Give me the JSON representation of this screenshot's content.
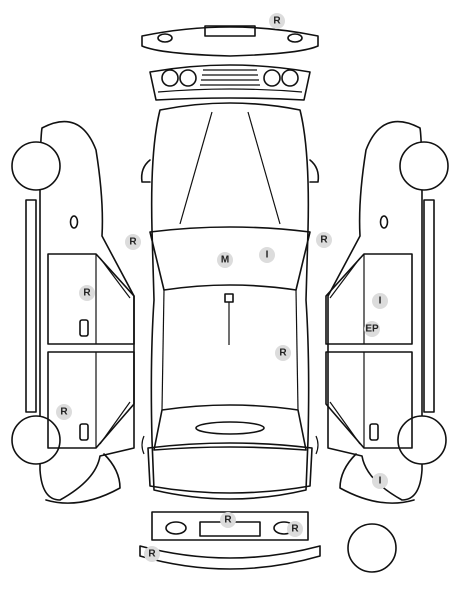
{
  "markers": [
    {
      "id": "front-bumper-top",
      "code": "R"
    },
    {
      "id": "left-mirror",
      "code": "R"
    },
    {
      "id": "right-mirror",
      "code": "R"
    },
    {
      "id": "windshield-left",
      "code": "M"
    },
    {
      "id": "windshield-right",
      "code": "I"
    },
    {
      "id": "left-front-door",
      "code": "R"
    },
    {
      "id": "right-front-door",
      "code": "I"
    },
    {
      "id": "right-door-handle",
      "code": "EP"
    },
    {
      "id": "roof",
      "code": "R"
    },
    {
      "id": "left-rear-wheel",
      "code": "R"
    },
    {
      "id": "right-rear-wheel",
      "code": "I"
    },
    {
      "id": "rear-bumper-center",
      "code": "R"
    },
    {
      "id": "rear-bumper-right",
      "code": "R"
    },
    {
      "id": "rear-bumper-left",
      "code": "R"
    }
  ]
}
